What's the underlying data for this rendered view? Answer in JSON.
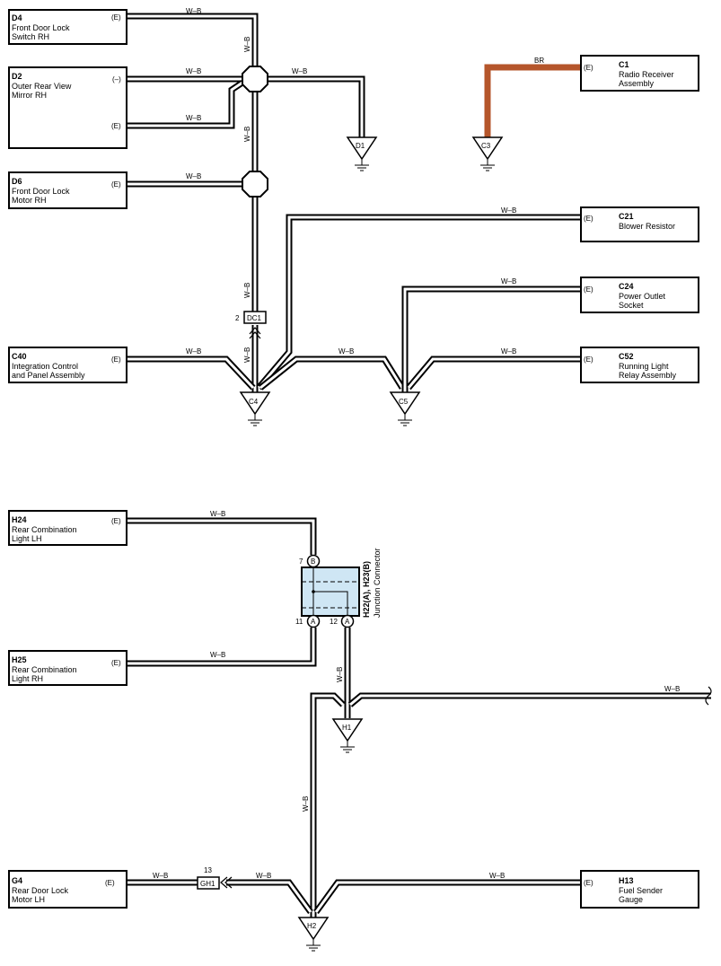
{
  "wire_colors": {
    "wb_fill": "#ffffff",
    "wb_stroke": "#000000",
    "br": "#b5562b"
  },
  "junction_fill": "#cfe6f4",
  "components": [
    {
      "id": "d4",
      "code": "D4",
      "lines": [
        "Front Door Lock",
        "Switch RH"
      ],
      "pins": [
        "(E)"
      ]
    },
    {
      "id": "d2",
      "code": "D2",
      "lines": [
        "Outer Rear View",
        "Mirror RH"
      ],
      "pins": [
        "(–)",
        "(E)"
      ]
    },
    {
      "id": "d6",
      "code": "D6",
      "lines": [
        "Front Door Lock",
        "Motor RH"
      ],
      "pins": [
        "(E)"
      ]
    },
    {
      "id": "c40",
      "code": "C40",
      "lines": [
        "Integration Control",
        "and Panel Assembly"
      ],
      "pins": [
        "(E)"
      ]
    },
    {
      "id": "c1",
      "code": "C1",
      "lines": [
        "Radio Receiver",
        "Assembly"
      ],
      "pins": [
        "(E)"
      ]
    },
    {
      "id": "c21",
      "code": "C21",
      "lines": [
        "Blower Resistor"
      ],
      "pins": [
        "(E)"
      ]
    },
    {
      "id": "c24",
      "code": "C24",
      "lines": [
        "Power Outlet",
        "Socket"
      ],
      "pins": [
        "(E)"
      ]
    },
    {
      "id": "c52",
      "code": "C52",
      "lines": [
        "Running Light",
        "Relay Assembly"
      ],
      "pins": [
        "(E)"
      ]
    },
    {
      "id": "h24",
      "code": "H24",
      "lines": [
        "Rear Combination",
        "Light LH"
      ],
      "pins": [
        "(E)"
      ]
    },
    {
      "id": "h25",
      "code": "H25",
      "lines": [
        "Rear Combination",
        "Light RH"
      ],
      "pins": [
        "(E)"
      ]
    },
    {
      "id": "g4",
      "code": "G4",
      "lines": [
        "Rear Door Lock",
        "Motor LH"
      ],
      "pins": [
        "(E)"
      ]
    },
    {
      "id": "h13",
      "code": "H13",
      "lines": [
        "Fuel Sender",
        "Gauge"
      ],
      "pins": [
        "(E)"
      ]
    }
  ],
  "grounds": {
    "d1": "D1",
    "c3": "C3",
    "c4": "C4",
    "c5": "C5",
    "h1": "H1",
    "h2": "H2"
  },
  "wire_label": "W–B",
  "br_label": "BR",
  "connectors": {
    "dc1": {
      "name": "DC1",
      "pin": "2"
    },
    "gh1": {
      "name": "GH1",
      "pin": "13"
    }
  },
  "junction": {
    "title": "H22(A), H23(B)",
    "subtitle": "Junction Connector",
    "pin_b": {
      "letter": "B",
      "number": "7"
    },
    "pin_a11": {
      "letter": "A",
      "number": "11"
    },
    "pin_a12": {
      "letter": "A",
      "number": "12"
    }
  }
}
